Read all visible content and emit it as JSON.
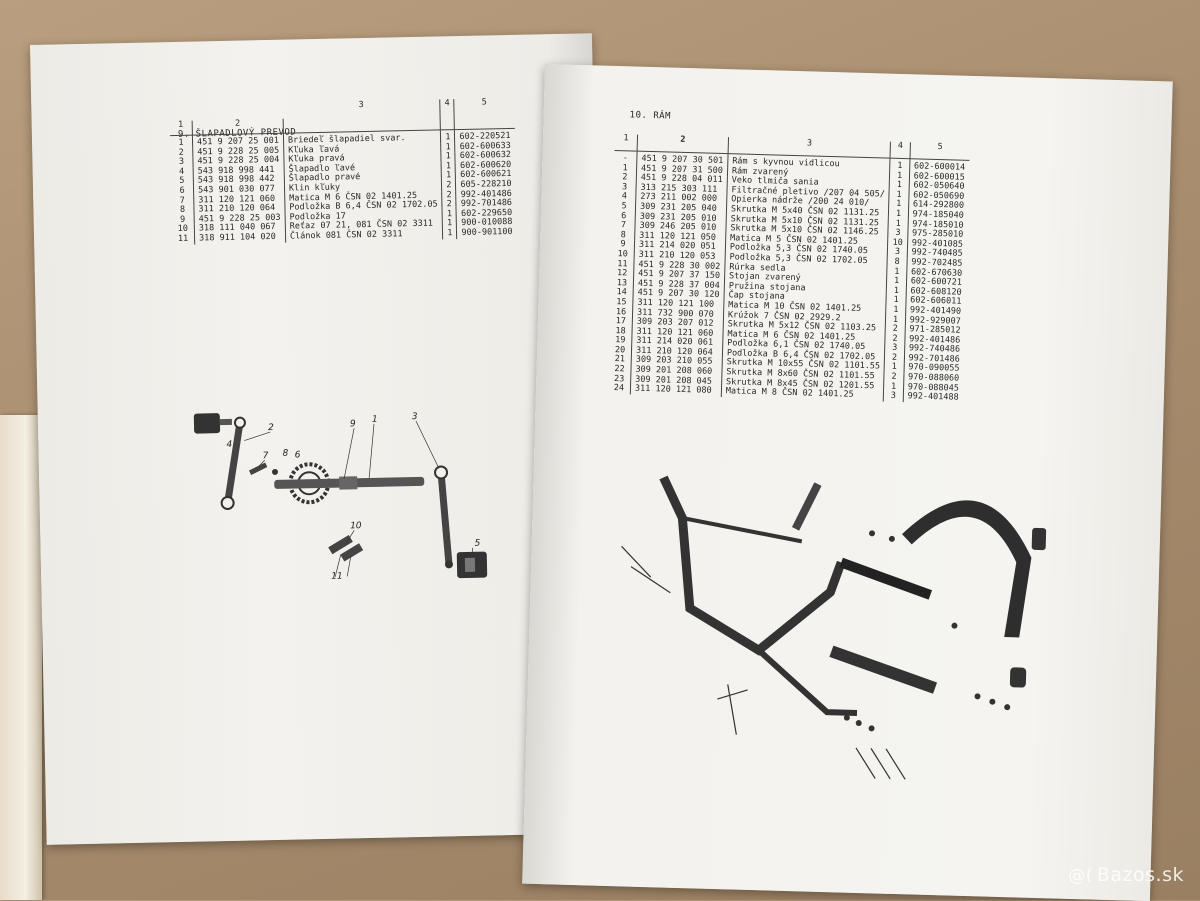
{
  "left": {
    "title": "9. ŠLAPADLOVÝ PREVOD",
    "columns": [
      "1",
      "2",
      "3",
      "4",
      "5"
    ],
    "rows": [
      [
        "1",
        "451 9 207 25 001",
        "Briedeľ šlapadiel svar.",
        "1",
        "602-220521"
      ],
      [
        "2",
        "451 9 228 25 005",
        "Kľuka ľavá",
        "1",
        "602-600633"
      ],
      [
        "3",
        "451 9 228 25 004",
        "Kľuka pravá",
        "1",
        "602-600632"
      ],
      [
        "4",
        "543 918 998 441",
        "Šlapadlo ľavé",
        "1",
        "602-600620"
      ],
      [
        "5",
        "543 918 998 442",
        "Šlapadlo pravé",
        "1",
        "602-600621"
      ],
      [
        "6",
        "543 901 030 077",
        "Klin kľuky",
        "2",
        "605-228210"
      ],
      [
        "7",
        "311 120 121 060",
        "Matica M 6 ČSN 02 1401.25",
        "2",
        "992-401486"
      ],
      [
        "8",
        "311 210 120 064",
        "Podložka B 6,4 ČSN 02 1702.05",
        "2",
        "992-701486"
      ],
      [
        "9",
        "451 9 228 25 003",
        "Podložka 17",
        "1",
        "602-229650"
      ],
      [
        "10",
        "318 111 040 067",
        "Reťaz 07 21, 081 ČSN 02 3311",
        "1",
        "900-010088"
      ],
      [
        "11",
        "318 911 104 020",
        "Článok 081 ČSN 02 3311",
        "1",
        "900-901100"
      ]
    ],
    "callouts": [
      "4",
      "2",
      "7",
      "8",
      "6",
      "9",
      "1",
      "3",
      "5",
      "10",
      "11"
    ]
  },
  "right": {
    "title": "10. RÁM",
    "columns": [
      "1",
      "2",
      "3",
      "4",
      "5"
    ],
    "rows": [
      [
        "-",
        "451 9 207 30 501",
        "Rám s kyvnou vidlicou",
        "1",
        "602-600014"
      ],
      [
        "1",
        "451 9 207 31 500",
        "Rám zvarený",
        "1",
        "602-600015"
      ],
      [
        "2",
        "451 9 228 04 011",
        "Veko tlmiča sania",
        "1",
        "602-050640"
      ],
      [
        "3",
        "313 215 303 111",
        "Filtračné pletivo /207 04 505/",
        "1",
        "602-050690"
      ],
      [
        "4",
        "273 211 002 000",
        "Opierka nádrže /200 24 010/",
        "1",
        "614-292800"
      ],
      [
        "5",
        "309 231 205 040",
        "Skrutka M 5x40 ČSN 02 1131.25",
        "1",
        "974-185040"
      ],
      [
        "6",
        "309 231 205 010",
        "Skrutka M 5x10 ČSN 02 1131.25",
        "1",
        "974-185010"
      ],
      [
        "7",
        "309 246 205 010",
        "Skrutka M 5x10 ČSN 02 1146.25",
        "3",
        "975-285010"
      ],
      [
        "8",
        "311 120 121 050",
        "Matica M 5 ČSN 02 1401.25",
        "10",
        "992-401085"
      ],
      [
        "9",
        "311 214 020 051",
        "Podložka 5,3 ČSN 02 1740.05",
        "3",
        "992-740485"
      ],
      [
        "10",
        "311 210 120 053",
        "Podložka 5,3 ČSN 02 1702.05",
        "8",
        "992-702485"
      ],
      [
        "11",
        "451 9 228 30 002",
        "Rúrka sedla",
        "1",
        "602-670630"
      ],
      [
        "12",
        "451 9 207 37 150",
        "Stojan zvarený",
        "1",
        "602-600721"
      ],
      [
        "13",
        "451 9 228 37 004",
        "Pružina stojana",
        "1",
        "602-608120"
      ],
      [
        "14",
        "451 9 207 30 120",
        "Čap stojana",
        "1",
        "602-606011"
      ],
      [
        "15",
        "311 120 121 100",
        "Matica M 10 ČSN 02 1401.25",
        "1",
        "992-401490"
      ],
      [
        "16",
        "311 732 900 070",
        "Krúžok 7 ČSN 02 2929.2",
        "1",
        "992-929007"
      ],
      [
        "17",
        "309 203 207 012",
        "Skrutka M 5x12 ČSN 02 1103.25",
        "2",
        "971-285012"
      ],
      [
        "18",
        "311 120 121 060",
        "Matica M 6 ČSN 02 1401.25",
        "2",
        "992-401486"
      ],
      [
        "19",
        "311 214 020 061",
        "Podložka 6,1 ČSN 02 1740.05",
        "3",
        "992-740486"
      ],
      [
        "20",
        "311 210 120 064",
        "Podložka B 6,4 ČSN 02 1702.05",
        "2",
        "992-701486"
      ],
      [
        "21",
        "309 203 210 055",
        "Skrutka M 10x55 ČSN 02 1101.55",
        "1",
        "970-090055"
      ],
      [
        "22",
        "309 201 208 060",
        "Skrutka M 8x60 ČSN 02 1101.55",
        "2",
        "970-088060"
      ],
      [
        "23",
        "309 201 208 045",
        "Skrutka M 8x45 ČSN 02 1201.55",
        "1",
        "970-088045"
      ],
      [
        "24",
        "311 120 121 080",
        "Matica M 8 ČSN 02 1401.25",
        "3",
        "992-401488"
      ]
    ]
  },
  "watermark": "Bazos.sk"
}
